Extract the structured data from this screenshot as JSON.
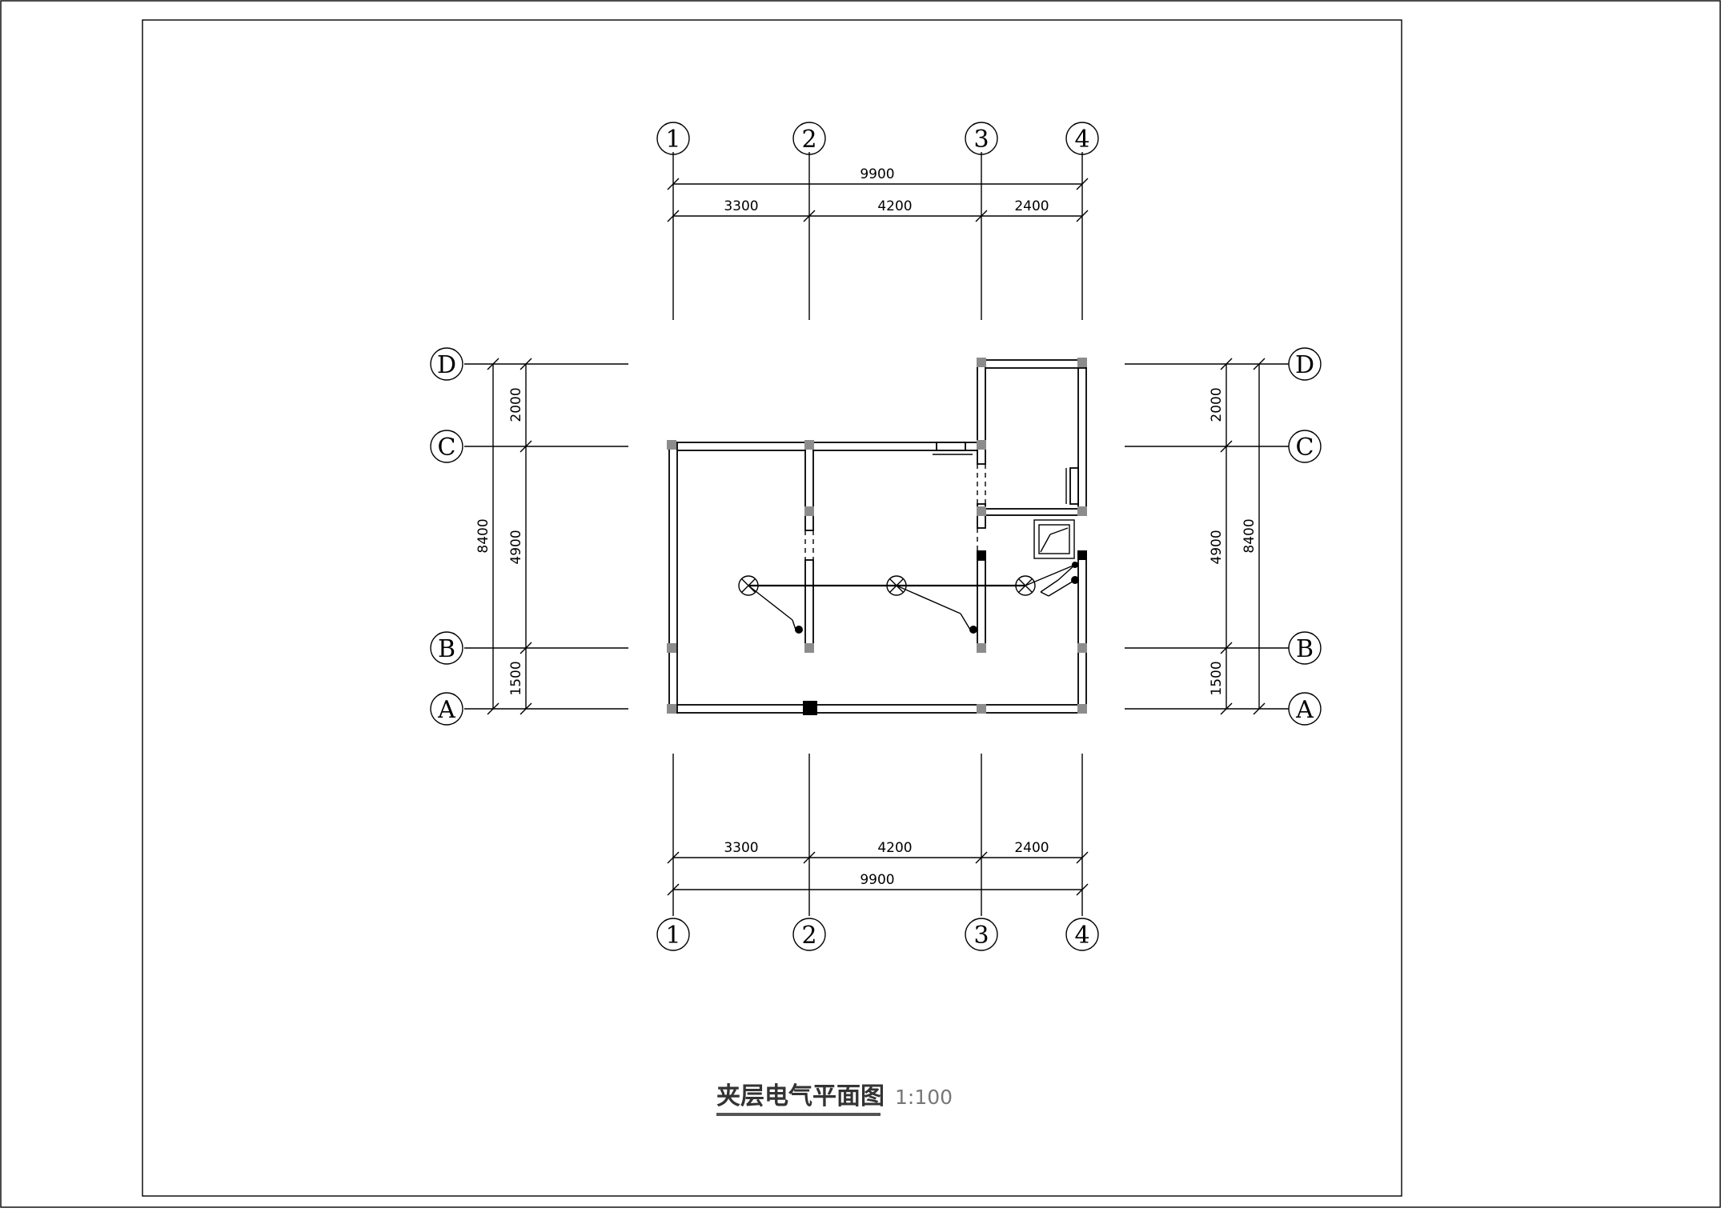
{
  "drawing": {
    "title": "夹层电气平面图",
    "scale": "1:100"
  },
  "axes": {
    "columns": [
      "1",
      "2",
      "3",
      "4"
    ],
    "rows": [
      "A",
      "B",
      "C",
      "D"
    ]
  },
  "dimensions": {
    "column_spans": [
      "3300",
      "4200",
      "2400"
    ],
    "column_total": "9900",
    "row_spans": [
      "1500",
      "4900",
      "2000"
    ],
    "row_total": "8400"
  },
  "symbols": {
    "light_fixture_icon": "circle-with-x",
    "switch_icon": "filled-dot",
    "distribution_box_icon": "boxed-diagonal"
  },
  "colors": {
    "line": "#000000",
    "column_fill": "#8c8c8c",
    "title_underline": "#555555",
    "scale_text": "#777777"
  }
}
